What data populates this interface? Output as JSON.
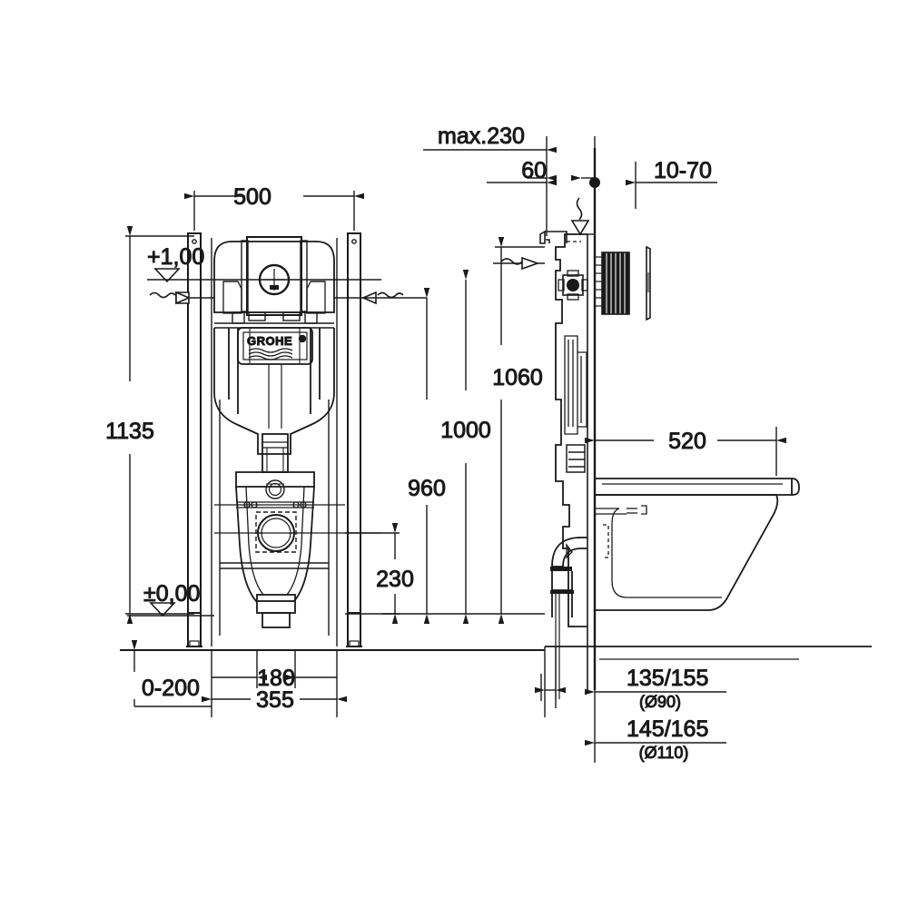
{
  "drawing": {
    "title": "GROHE Rapid SL WC installation frame dimensional drawing",
    "brand": "GROHE",
    "units": "mm",
    "line_color": "#1a1a1a",
    "background": "#ffffff"
  },
  "front_view": {
    "name": "front-elevation",
    "dimensions": {
      "frame_width": "500",
      "overall_height": "1135",
      "outlet_offset": "180",
      "leg_spacing": "355",
      "foot_adjust": "0-200",
      "outlet_height": "230"
    },
    "level_markers": {
      "upper": "+1,00",
      "lower": "±0,00"
    }
  },
  "side_view": {
    "name": "side-elevation",
    "dimensions": {
      "max_depth": "max.230",
      "plate_offset": "60",
      "wall_thickness": "10-70",
      "mounting_height_high": "1060",
      "mounting_height_mid": "1000",
      "mounting_height_low": "960",
      "bowl_projection": "520"
    },
    "outlet_callouts": [
      {
        "value": "135/155",
        "note": "(Ø90)"
      },
      {
        "value": "145/165",
        "note": "(Ø110)"
      }
    ]
  },
  "labels": [
    {
      "id": "dim-500",
      "text": "500"
    },
    {
      "id": "dim-1135",
      "text": "1135"
    },
    {
      "id": "dim-plus-1-00",
      "text": "+1,00"
    },
    {
      "id": "dim-zero",
      "text": "±0,00"
    },
    {
      "id": "dim-0-200",
      "text": "0-200"
    },
    {
      "id": "dim-180",
      "text": "180"
    },
    {
      "id": "dim-355",
      "text": "355"
    },
    {
      "id": "dim-230-outlet",
      "text": "230"
    },
    {
      "id": "dim-max-230",
      "text": "max.230"
    },
    {
      "id": "dim-60",
      "text": "60"
    },
    {
      "id": "dim-10-70",
      "text": "10-70"
    },
    {
      "id": "dim-1060",
      "text": "1060"
    },
    {
      "id": "dim-1000",
      "text": "1000"
    },
    {
      "id": "dim-960",
      "text": "960"
    },
    {
      "id": "dim-520",
      "text": "520"
    },
    {
      "id": "dim-135-155",
      "text": "135/155"
    },
    {
      "id": "note-d90",
      "text": "(Ø90)"
    },
    {
      "id": "dim-145-165",
      "text": "145/165"
    },
    {
      "id": "note-d110",
      "text": "(Ø110)"
    },
    {
      "id": "logo-grohe",
      "text": "GROHE"
    }
  ]
}
